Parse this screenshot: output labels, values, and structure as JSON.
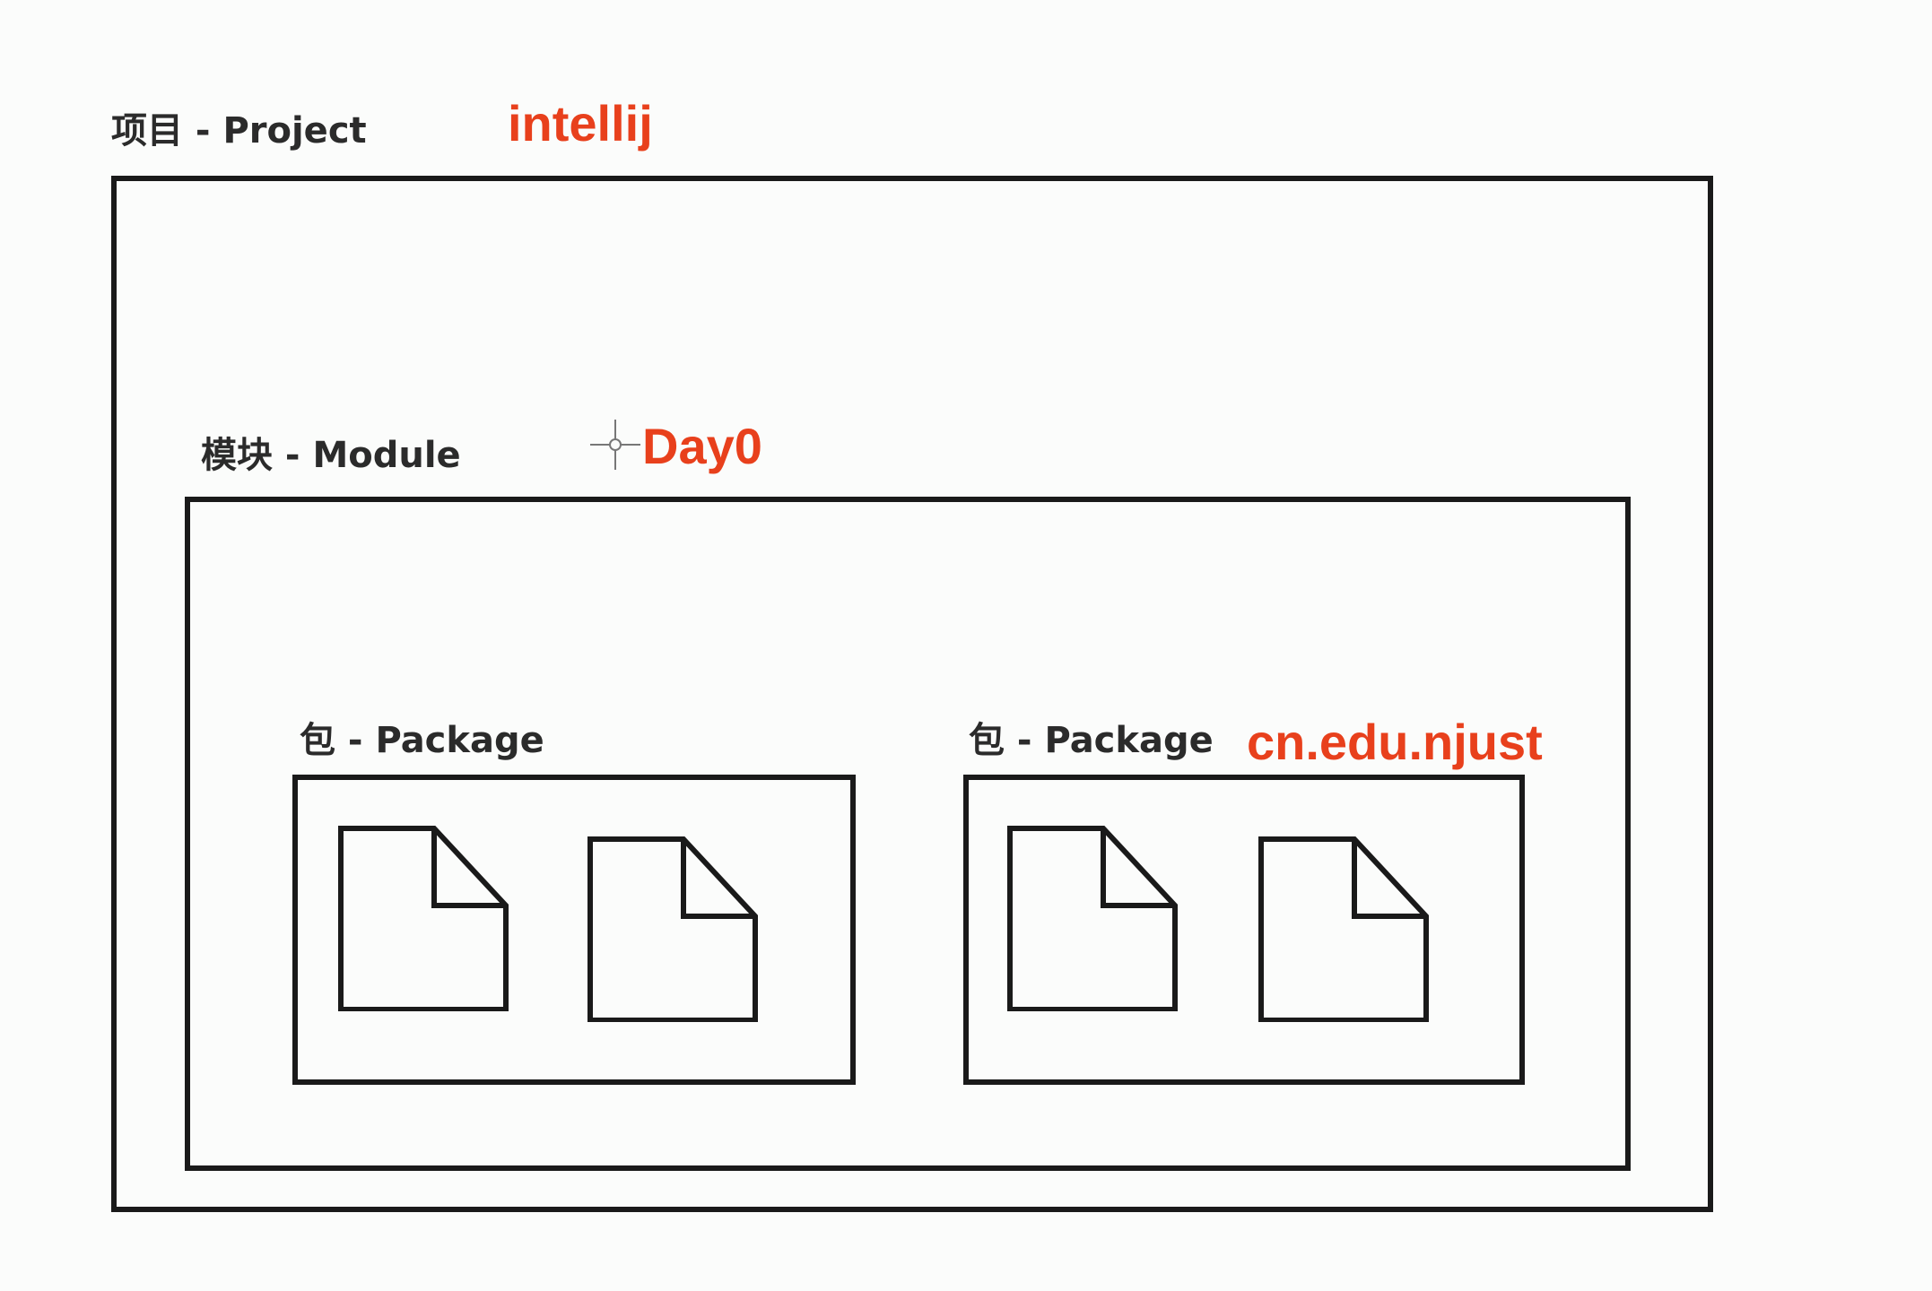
{
  "project": {
    "label": "项目 - Project",
    "annotation": "intellij"
  },
  "module": {
    "label": "模块 - Module",
    "annotation": "Day0"
  },
  "packages": [
    {
      "label": "包 - Package",
      "annotation": ""
    },
    {
      "label": "包 - Package",
      "annotation": "cn.edu.njust"
    }
  ],
  "colors": {
    "annotation": "#e8401c",
    "stroke": "#1a1a1a"
  },
  "icons": {
    "file": "file-icon",
    "cursor": "crosshair-cursor-icon"
  }
}
